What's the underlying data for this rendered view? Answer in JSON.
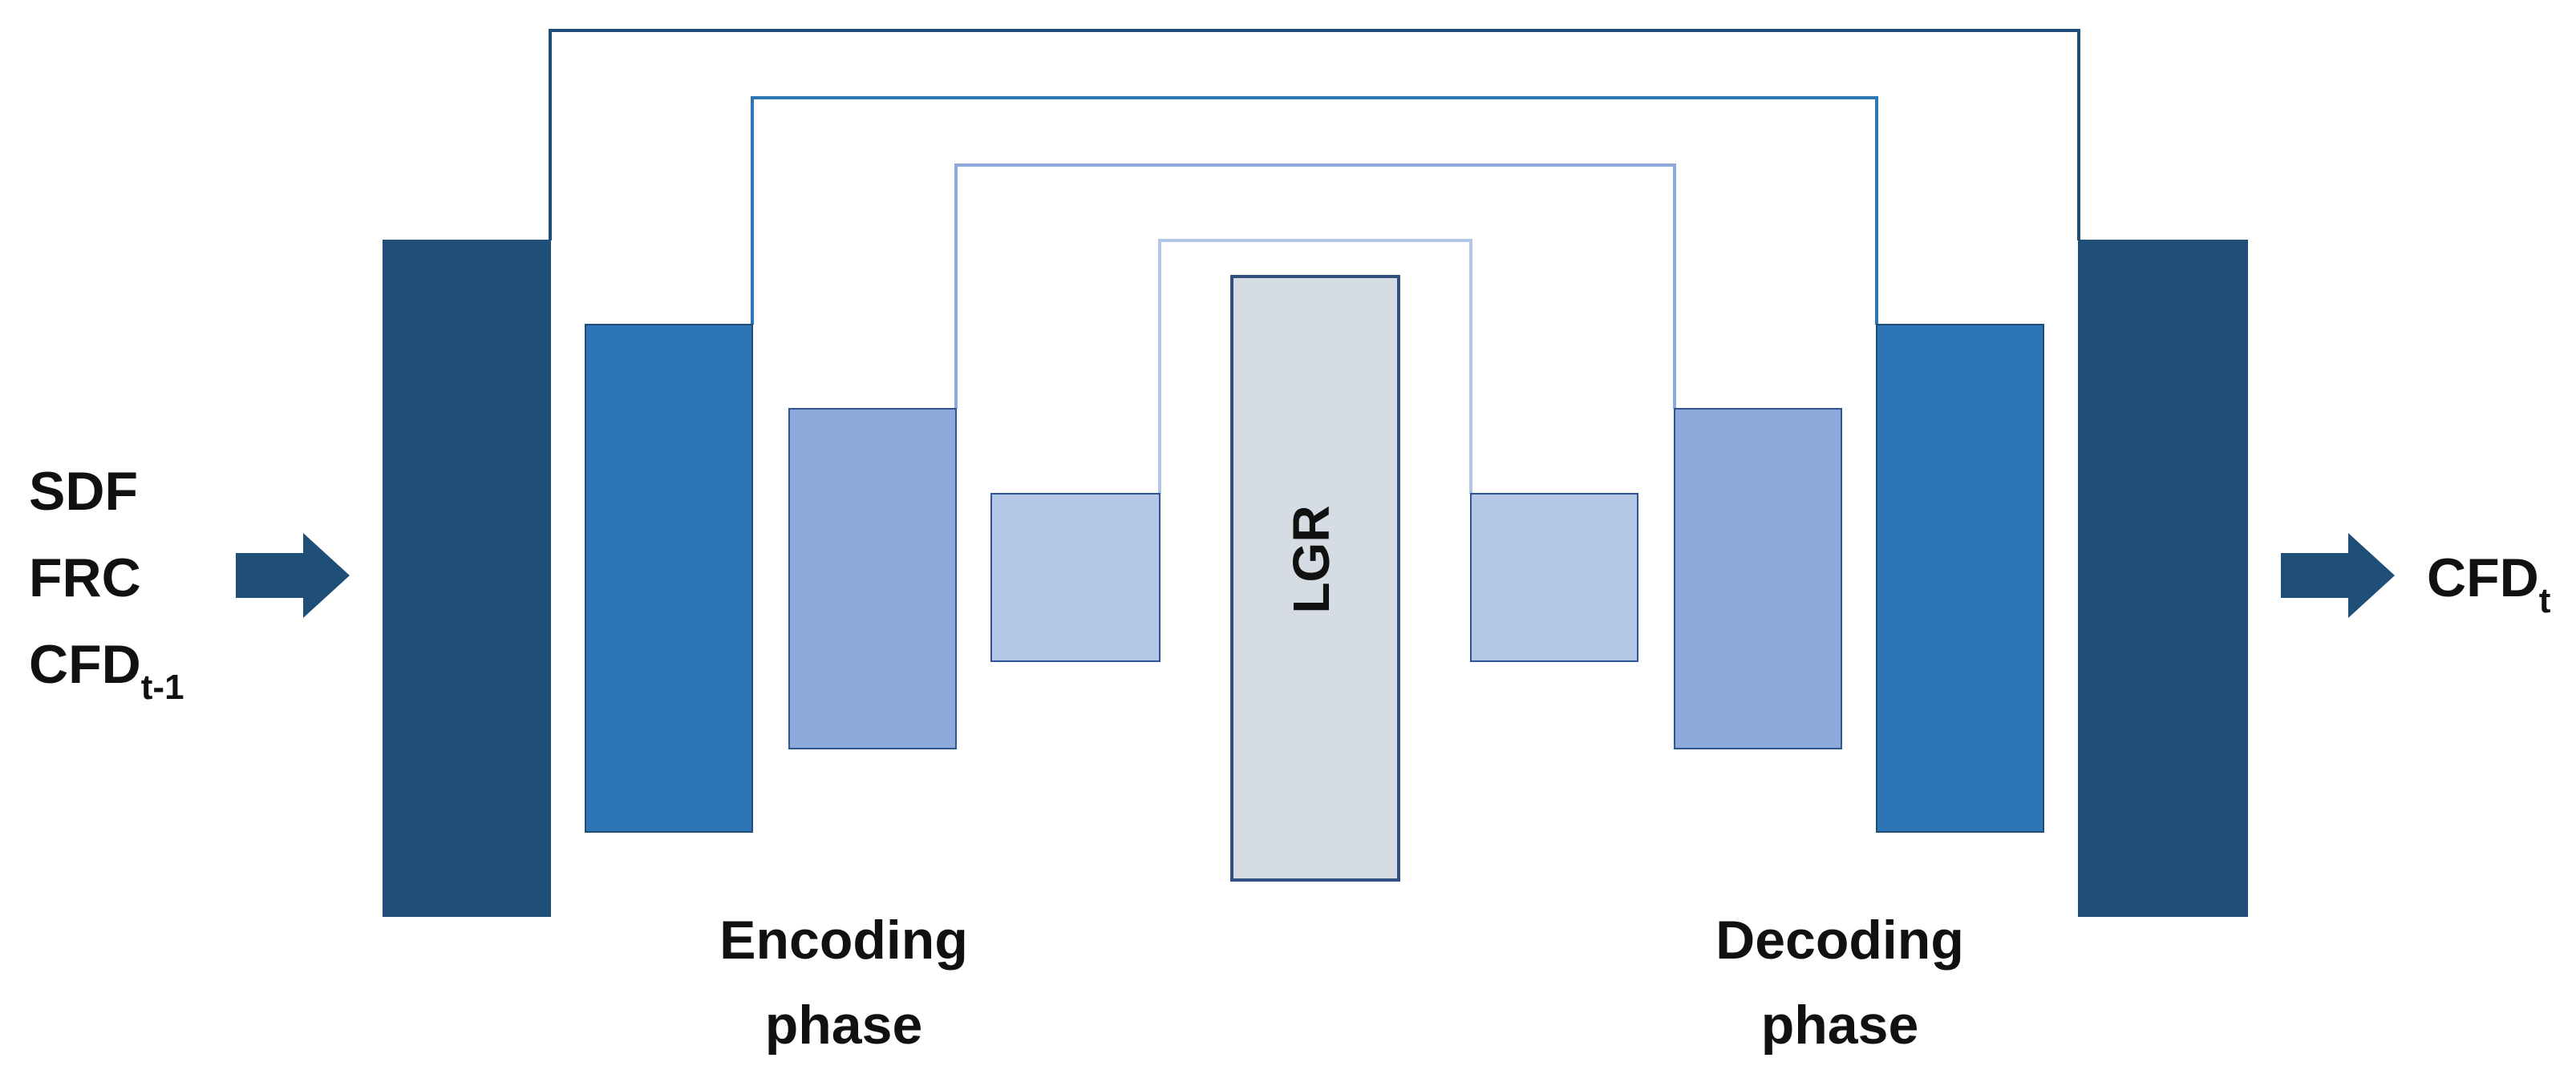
{
  "colors": {
    "level1": "#1f4e79",
    "level2": "#2e75b6",
    "level3": "#8eaadb",
    "level4": "#b4c7e7",
    "bottleneck": "#d6dce4",
    "bottleneck_border": "#2f4f7f",
    "arrow": "#1f4e79",
    "text": "#111111"
  },
  "inputs": {
    "line1": "SDF",
    "line2": "FRC",
    "line3_main": "CFD",
    "line3_sub": "t-1"
  },
  "output": {
    "main": "CFD",
    "sub": "t"
  },
  "bottleneck_label": "LGR",
  "phases": {
    "encoding_line1": "Encoding",
    "encoding_line2": "phase",
    "decoding_line1": "Decoding",
    "decoding_line2": "phase"
  }
}
